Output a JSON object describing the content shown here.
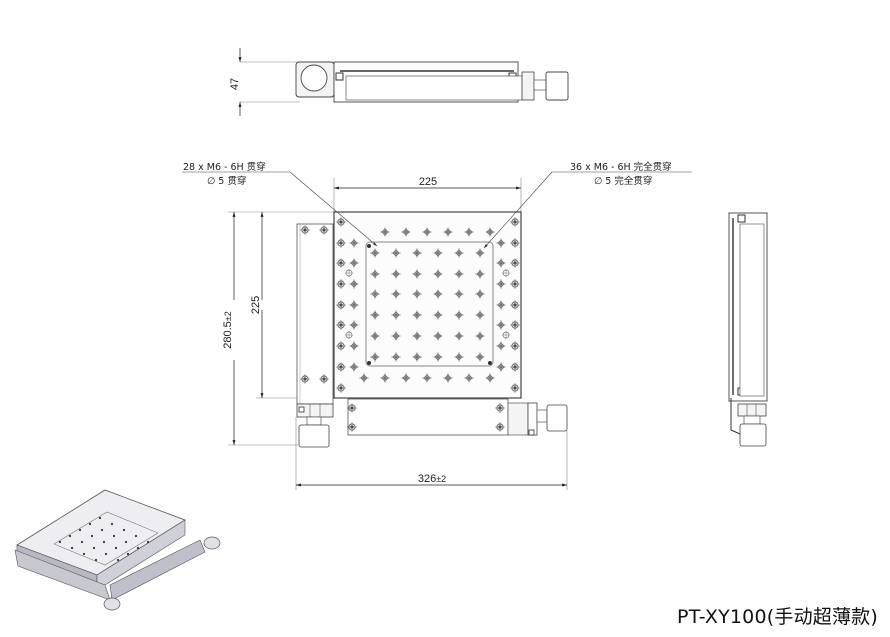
{
  "drawing": {
    "title": "PT-XY100(手动超薄款)",
    "colors": {
      "line": "#333333",
      "thin": "#666666",
      "fill_light": "#f4f4f4",
      "hole": "#444444"
    },
    "top_view": {
      "height_dim": "47"
    },
    "front_view": {
      "width_dim_top": "225",
      "height_dim_inner": "225",
      "height_dim_overall": "280.5",
      "height_tol": "±2",
      "width_dim_overall": "326",
      "width_tol": "±2",
      "callout_left": {
        "line1": "28 x  M6 - 6H 贯穿",
        "line2": "∅ 5 贯穿"
      },
      "callout_right": {
        "line1": "36 x  M6 - 6H 完全贯穿",
        "line2": "∅ 5 完全贯穿"
      }
    },
    "side_view": {
      "label": ""
    },
    "iso_view": {
      "label": ""
    }
  }
}
